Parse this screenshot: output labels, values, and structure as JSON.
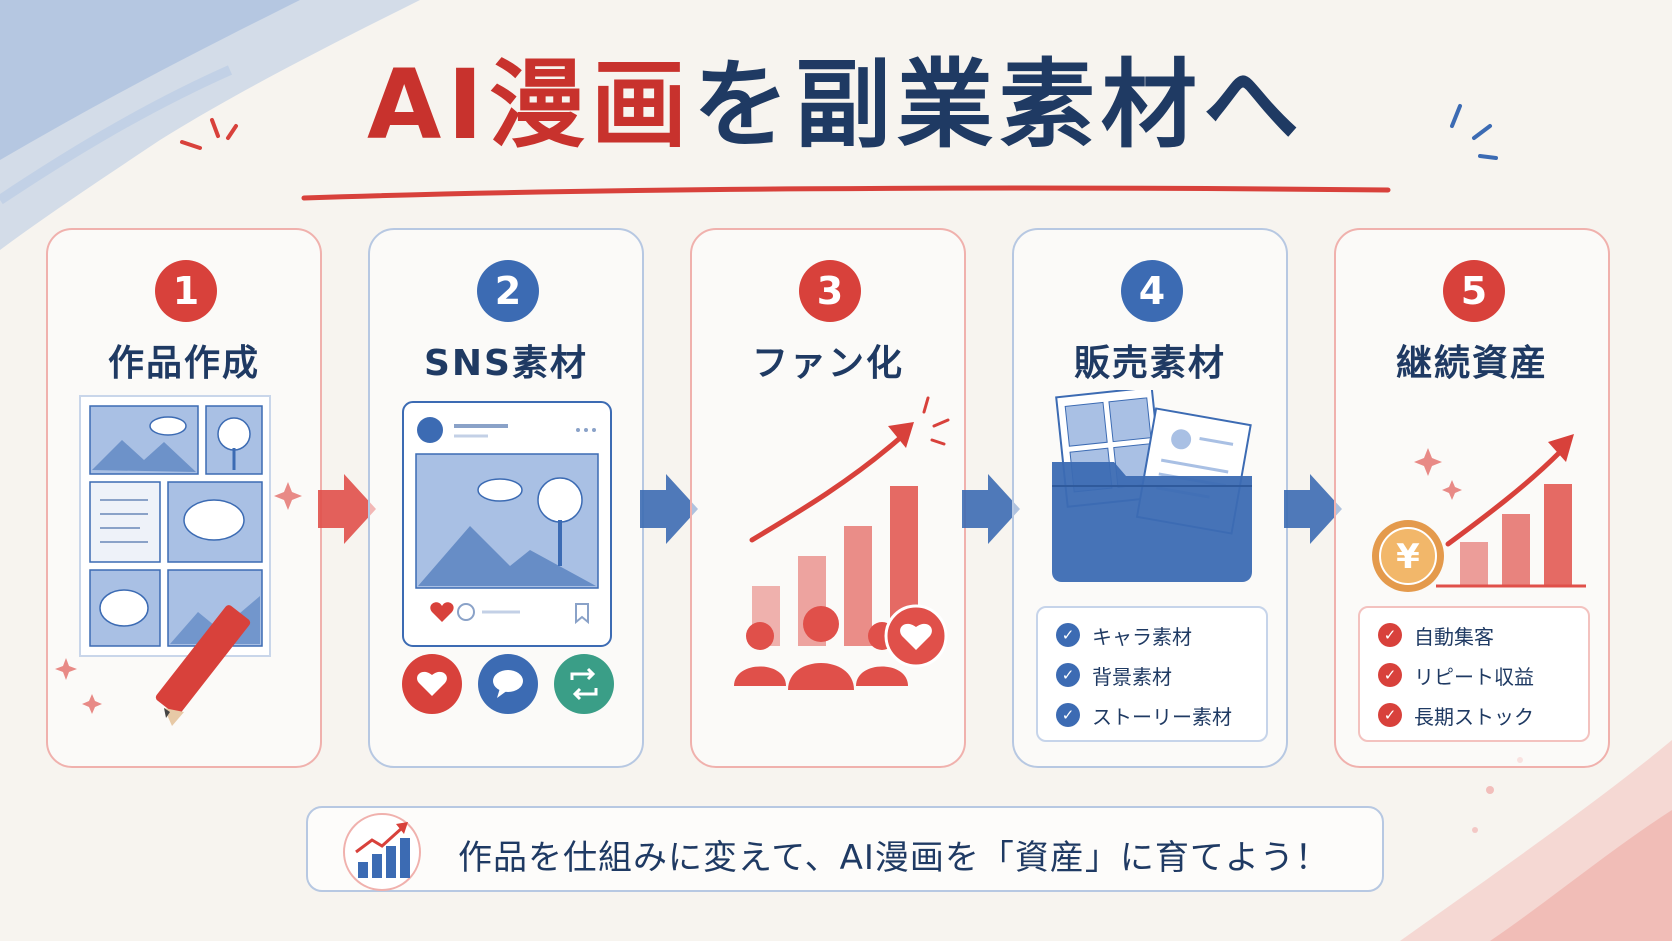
{
  "title": {
    "part_red": "AI漫画",
    "part_navy": "を副業素材へ"
  },
  "steps": [
    {
      "number": "1",
      "title": "作品作成"
    },
    {
      "number": "2",
      "title": "SNS素材"
    },
    {
      "number": "3",
      "title": "ファン化"
    },
    {
      "number": "4",
      "title": "販売素材",
      "checklist": [
        "キャラ素材",
        "背景素材",
        "ストーリー素材"
      ]
    },
    {
      "number": "5",
      "title": "継続資産",
      "checklist": [
        "自動集客",
        "リピート収益",
        "長期ストック"
      ]
    }
  ],
  "coin_symbol": "¥",
  "footer": {
    "text": "作品を仕組みに変えて、AI漫画を「資産」に育てよう！"
  },
  "colors": {
    "red": "#d8413b",
    "navy": "#1f3a63",
    "blue": "#3c6bb3"
  },
  "icons": [
    "manga-page-icon",
    "pencil-icon",
    "sns-post-icon",
    "heart-icon",
    "comment-icon",
    "repost-icon",
    "growth-chart-icon",
    "fans-icon",
    "folder-icon",
    "document-icon",
    "yen-coin-icon",
    "check-icon",
    "bar-chart-icon",
    "step-arrow-icon"
  ]
}
